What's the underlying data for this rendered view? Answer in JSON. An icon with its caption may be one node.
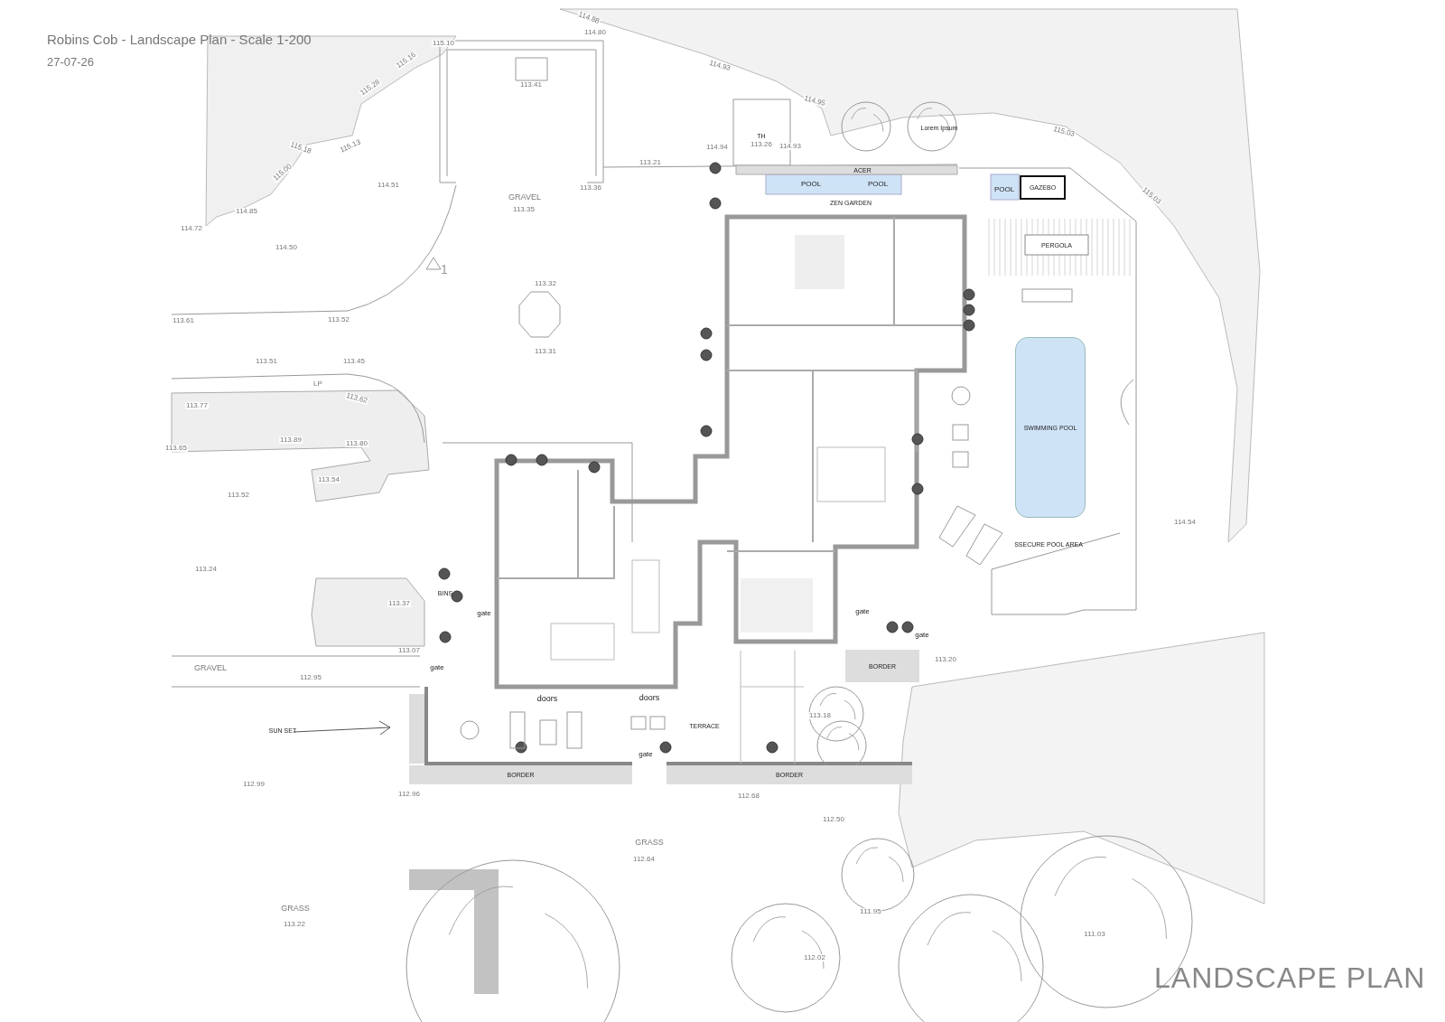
{
  "diagram": {
    "title": "Robins Cob - Landscape Plan - Scale 1-200",
    "caption": "LANDSCAPE PLAN",
    "nodes": [
      {
        "text": [
          "GAZEBO"
        ]
      },
      {
        "text": [
          "SWIMMING POOL"
        ]
      },
      {
        "text": [
          "BORDER"
        ]
      },
      {
        "text": [
          "BORDER"
        ]
      },
      {
        "text": [
          "BORDER"
        ]
      }
    ],
    "labels": [
      "27-07-26",
      "115.10",
      "114.80",
      "113.41",
      "GRAVEL",
      "113.35",
      "114.51",
      "114.50",
      "114.72",
      "114.85",
      "115.00",
      "115.18",
      "115.13",
      "115.28",
      "115.16",
      "113.61",
      "113.52",
      "1",
      "113.32",
      "113.31",
      "113.36",
      "113.21",
      "114.93",
      "114.88",
      "114.94",
      "TH",
      "113.26",
      "114.93",
      "114.95",
      "Lorem Ipsum",
      "115.03",
      "115.03",
      "ACER",
      "POOL",
      "POOL",
      "POOL",
      "ZEN GARDEN",
      "PERGOLA",
      "113.51",
      "113.45",
      "LP",
      "113.77",
      "113.62",
      "113.89",
      "113.80",
      "113.65",
      "113.54",
      "113.52",
      "113.24",
      "113.37",
      "BINS",
      "gate",
      "113.07",
      "GRAVEL",
      "112.95",
      "gate",
      "doors",
      "doors",
      "SSECURE POOL AREA",
      "114.54",
      "gate",
      "gate",
      "113.20",
      "SUN SET",
      "TERRACE",
      "gate",
      "112.99",
      "112.96",
      "113.18",
      "112.68",
      "112.50",
      "GRASS",
      "112.64",
      "GRASS",
      "113.22",
      "111.95",
      "111.03",
      "112.02"
    ]
  }
}
